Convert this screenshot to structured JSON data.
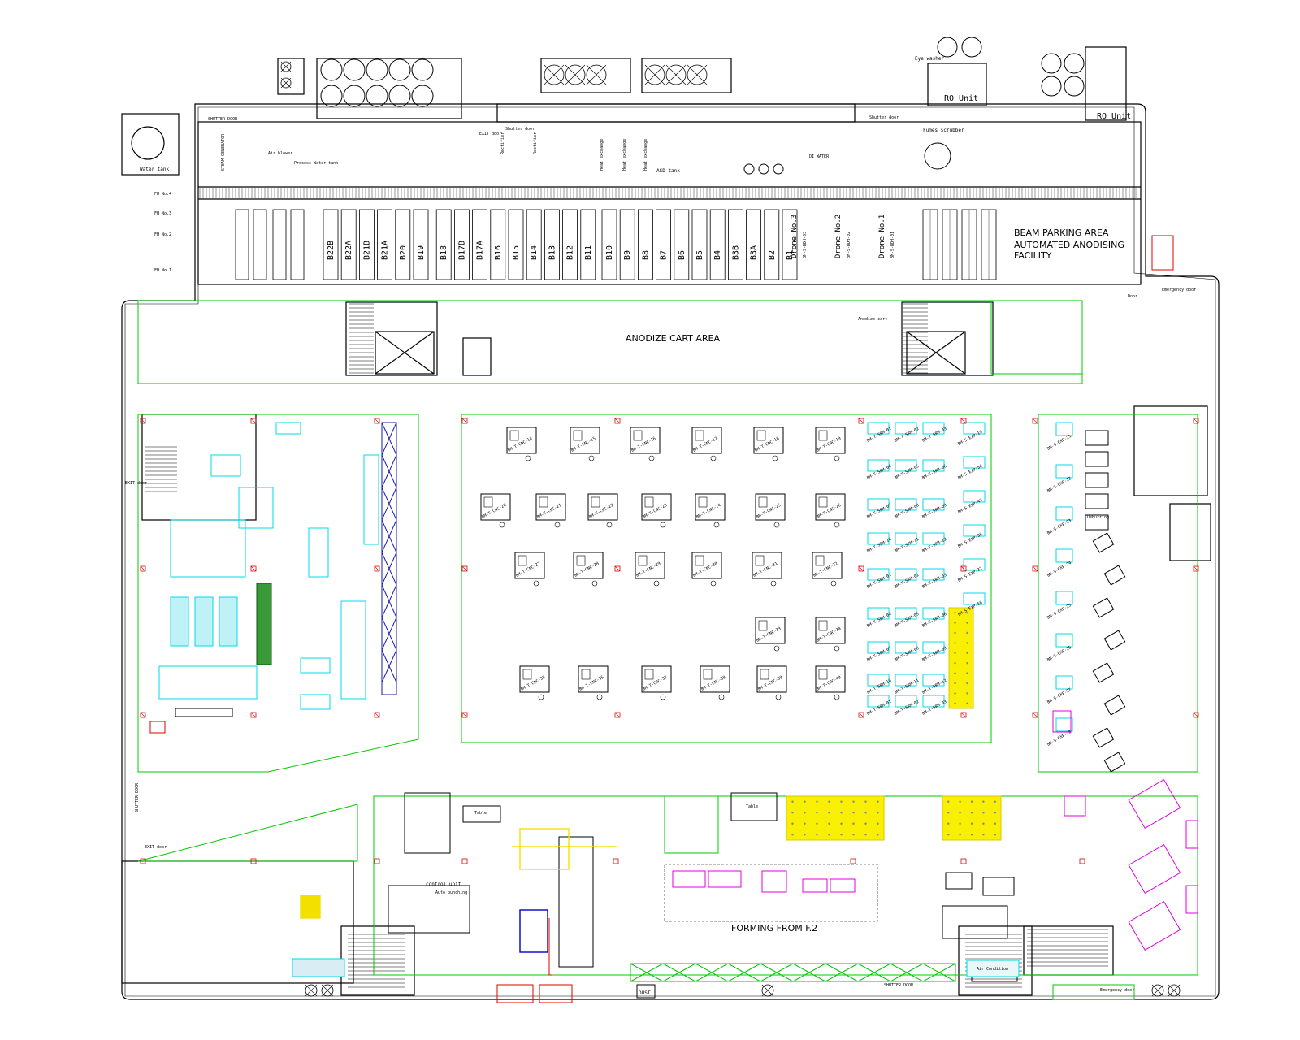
{
  "colors": {
    "wall": "#000000",
    "zone": "#00c800",
    "cyan": "#00d8e8",
    "yellow": "#f4f000",
    "magenta": "#e000e0",
    "red": "#e00000",
    "blue": "#0000c8"
  },
  "labels": {
    "anodize_cart_area": "ANODIZE CART AREA",
    "beam_parking": "BEAM PARKING AREA",
    "automated_anodising": "AUTOMATED ANODISING",
    "facility": "FACILITY",
    "ro_unit_1": "RO Unit",
    "ro_unit_2": "RO Unit",
    "eye_washer": "Eye washer",
    "water_tank": "Water tank",
    "fumes_scrubber": "Fumes scrubber",
    "shutter_door": "SHUTTER DOOR",
    "shutter_door_2": "Shutter door",
    "shutter_door_3": "Shutter door",
    "shutter_door_4": "SHUTTER DOOR",
    "air_blower": "Air blower",
    "process_water_tank": "Process Water tank",
    "asd_tank": "ASD tank",
    "di_water": "DI WATER",
    "exit_door_top": "EXIT door",
    "exit_door_left": "EXIT door",
    "exit_door_bottom": "EXIT door",
    "rectifier_1": "Rectifier",
    "rectifier_2": "Rectifier",
    "heat_exchange_1": "Heat exchange",
    "heat_exchange_2": "Heat exchange",
    "heat_exchange_3": "Heat exchange",
    "forming_from": "FORMING FROM F.2",
    "table_1": "Table",
    "table_2": "Table",
    "control_unit": "control unit",
    "auto_punching": "Auto punching",
    "dust": "DUST",
    "air_condition": "Air Condition",
    "emergency_door": "Emergency door",
    "emergency_door_top": "Emergency door",
    "door": "Door",
    "anodize_cart_area_small": "Anodize cart",
    "shutter_door_bottom": "SHUTTER DOOR",
    "deburring": "Deburring",
    "fh1": "FH No.1",
    "fh2": "FH No.2",
    "fh3": "FH No.3",
    "fh4": "FH No.4",
    "drone1": "Drone No.1",
    "drone2": "Drone No.2",
    "drone3": "Drone No.3",
    "drone1_code": "BM-S-BDH-01",
    "drone2_code": "BM-S-BDH-02",
    "drone3_code": "BM-S-BDH-03",
    "steam_gen": "STEAM GENERATOR"
  },
  "tanks": [
    "B22B",
    "B22A",
    "B21B",
    "B21A",
    "B20",
    "B19",
    "B18",
    "B17B",
    "B17A",
    "B16",
    "B15",
    "B14",
    "B13",
    "B12",
    "B11",
    "B10",
    "B9",
    "B8",
    "B7",
    "B6",
    "B5",
    "B4",
    "B3B",
    "B3A",
    "B2",
    "B1"
  ],
  "machines_cnc": [
    "BM-T-CNC-14",
    "BM-T-CNC-15",
    "BM-T-CNC-16",
    "BM-T-CNC-17",
    "BM-T-CNC-18",
    "BM-T-CNC-19",
    "BM-T-CNC-20",
    "BM-T-CNC-21",
    "BM-T-CNC-22",
    "BM-T-CNC-23",
    "BM-T-CNC-24",
    "BM-T-CNC-25",
    "BM-T-CNC-26",
    "BM-T-CNC-27",
    "BM-T-CNC-28",
    "BM-T-CNC-29",
    "BM-T-CNC-30",
    "BM-T-CNC-31",
    "BM-T-CNC-32",
    "BM-T-CNC-33",
    "BM-T-CNC-34",
    "BM-T-CNC-35",
    "BM-T-CNC-36",
    "BM-T-CNC-37",
    "BM-T-CNC-38",
    "BM-T-CNC-39",
    "BM-T-CNC-40"
  ],
  "machines_srm": [
    "BM-T-SRM-01",
    "BM-T-SRM-02",
    "BM-T-SRM-03",
    "BM-T-SRM-04",
    "BM-T-SRM-05",
    "BM-T-SRM-06",
    "BM-T-SRM-07",
    "BM-T-SRM-08",
    "BM-T-SRM-09",
    "BM-T-SRM-10",
    "BM-T-SRM-11",
    "BM-T-SRM-12"
  ],
  "machines_exp": [
    "BM-S-EXP-19",
    "BM-S-EXP-54",
    "BM-S-EXP-42",
    "BM-S-EXP-38",
    "BM-S-EXP-32",
    "BM-S-EXP-58"
  ],
  "machines_right": [
    "BM-S-EXP-21",
    "BM-S-EXP-22",
    "BM-S-EXP-23",
    "BM-S-EXP-24",
    "BM-S-EXP-25",
    "BM-S-EXP-26",
    "BM-S-EXP-27",
    "BM-S-EXP-28"
  ]
}
